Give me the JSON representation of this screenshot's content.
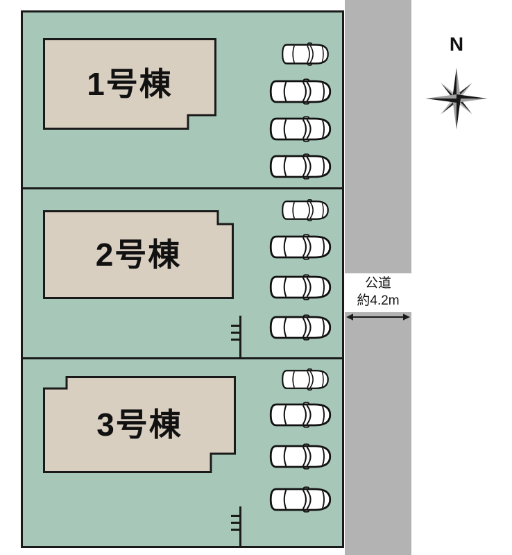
{
  "site_plan": {
    "buildings": [
      {
        "label": "1号棟",
        "parking_spaces": 4
      },
      {
        "label": "2号棟",
        "parking_spaces": 4
      },
      {
        "label": "3号棟",
        "parking_spaces": 4
      }
    ],
    "road": {
      "name": "公道",
      "width": "約4.2m"
    },
    "compass": {
      "north_label": "N"
    },
    "colors": {
      "lot_green": "#a7c8b8",
      "building_beige": "#d9cfc1",
      "road_gray": "#b3b3b3",
      "line_black": "#1a1a1a"
    }
  }
}
